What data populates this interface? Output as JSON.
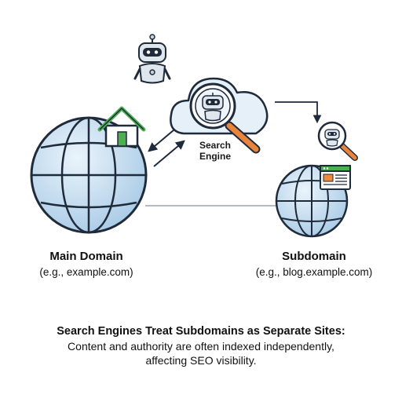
{
  "nodes": {
    "main": {
      "title": "Main Domain",
      "subtitle": "(e.g., example.com)"
    },
    "sub": {
      "title": "Subdomain",
      "subtitle": "(e.g., blog.example.com)"
    },
    "engine": {
      "line1": "Search",
      "line2": "Engine"
    }
  },
  "caption": {
    "title": "Search Engines Treat Subdomains as Separate Sites:",
    "line1": "Content and authority are often indexed independently,",
    "line2": "affecting SEO visibility."
  },
  "icons": {
    "main_globe": "globe-icon",
    "home": "house-icon",
    "robot": "robot-icon",
    "cloud": "cloud-icon",
    "magnifier": "magnifier-icon",
    "sub_globe": "globe-icon",
    "browser": "browser-window-icon"
  },
  "colors": {
    "outline": "#1f2a3a",
    "globe_fill": "#cfe3f3",
    "house_green": "#4caf50",
    "magnifier_orange": "#e8843c",
    "robot_grey": "#c9d3dc",
    "cloud_fill": "#e6f0f8",
    "browser_orange": "#f08a3c"
  }
}
